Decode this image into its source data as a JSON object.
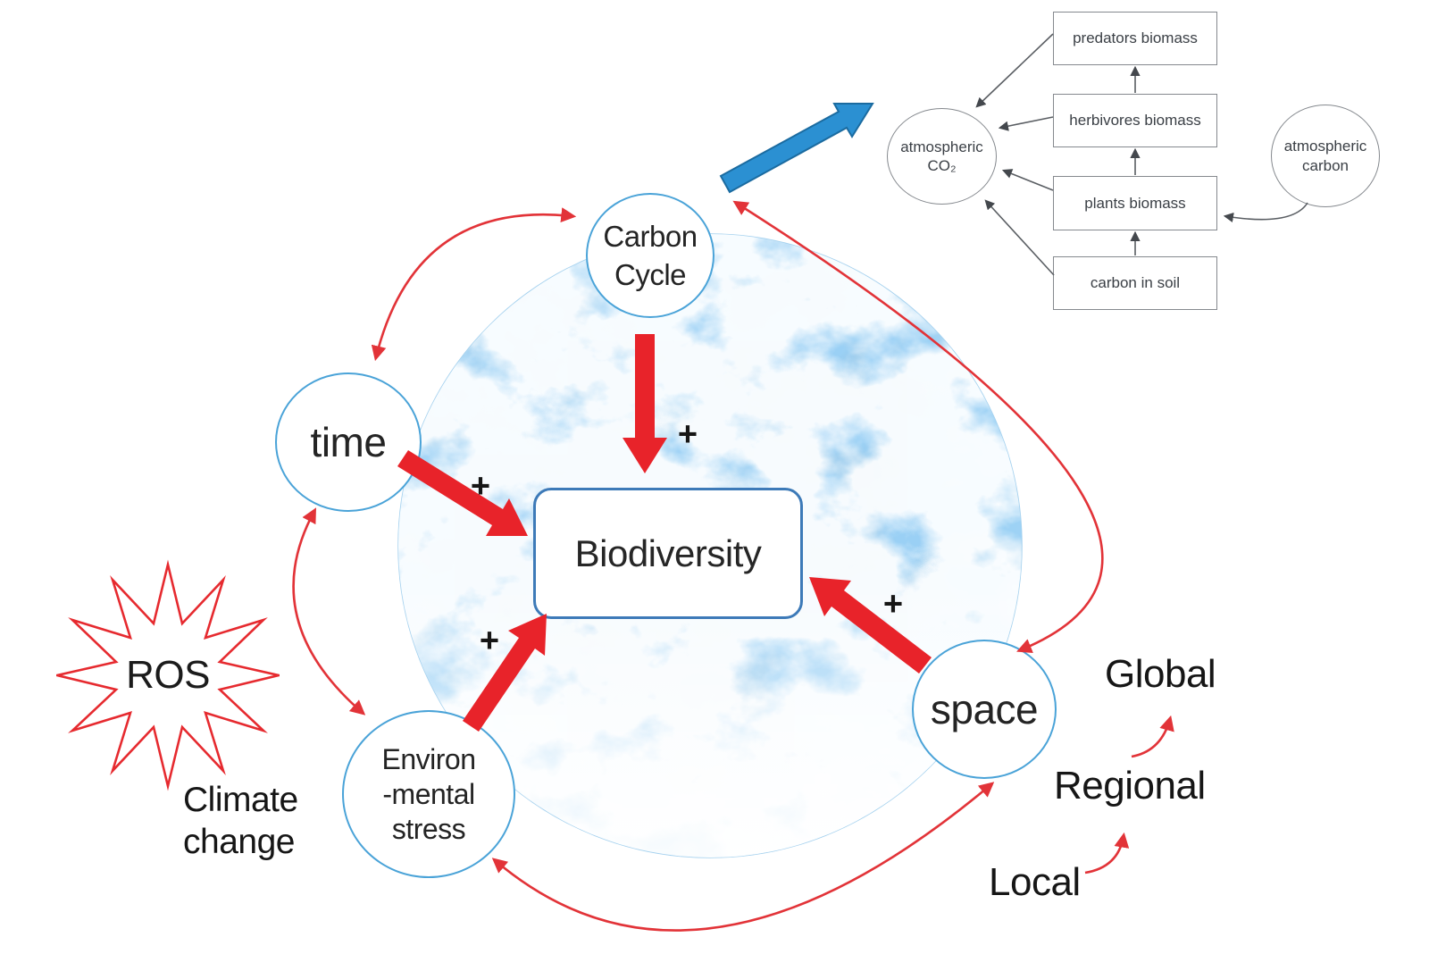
{
  "nodes": {
    "biodiversity": "Biodiversity",
    "carbon_cycle": {
      "line1": "Carbon",
      "line2": "Cycle"
    },
    "time": "time",
    "environmental_stress": {
      "line1": "Environ",
      "line2": "-mental",
      "line3": "stress"
    },
    "space": "space"
  },
  "annotations": {
    "ros": "ROS",
    "climate_change": {
      "line1": "Climate",
      "line2": "change"
    },
    "plus_signs": [
      "+",
      "+",
      "+",
      "+"
    ],
    "scales": {
      "global": "Global",
      "regional": "Regional",
      "local": "Local"
    }
  },
  "food_web": {
    "predators": "predators biomass",
    "herbivores": "herbivores biomass",
    "plants": "plants biomass",
    "soil": "carbon in soil",
    "co2": {
      "line1": "atmospheric",
      "line2": "CO₂"
    },
    "carbon": {
      "line1": "atmospheric",
      "line2": "carbon"
    }
  },
  "colors": {
    "thick_arrow_red": "#e8232a",
    "thin_arrow_red": "#e23338",
    "blue_arrow": "#2b90d2",
    "circle_border_blue": "#4aa3d8",
    "biodiversity_border_blue": "#3d7ab8",
    "foodweb_border_gray": "#85898e",
    "earth_blue": "#8cc2e9"
  }
}
